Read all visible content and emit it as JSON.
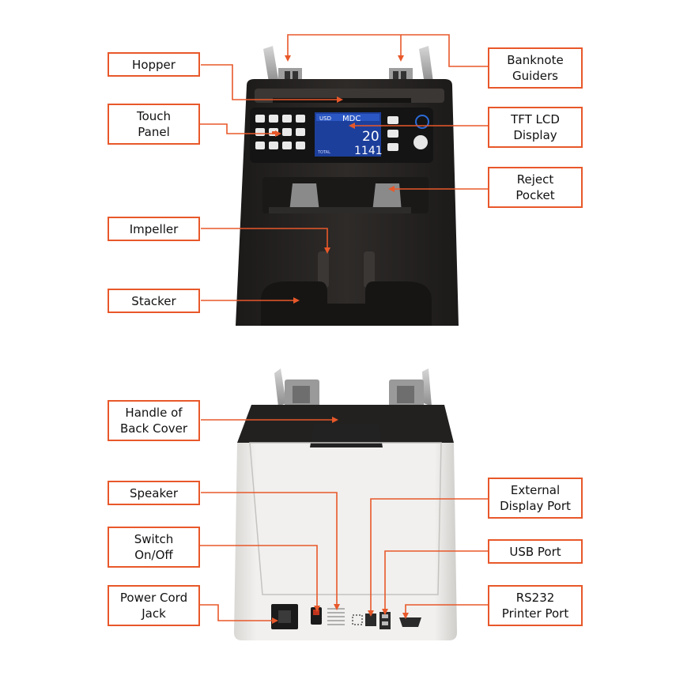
{
  "colors": {
    "accent": "#e8582a",
    "machine_dark": "#262422",
    "machine_light": "#ecebe8",
    "lcd_blue": "#1d3f9c"
  },
  "front_view": {
    "callouts": {
      "hopper": "Hopper",
      "banknote_guiders": "Banknote\nGuiders",
      "touch_panel": "Touch\nPanel",
      "tft_lcd_display": "TFT LCD\nDisplay",
      "reject_pocket": "Reject\nPocket",
      "impeller": "Impeller",
      "stacker": "Stacker"
    },
    "lcd": {
      "currency": "USD",
      "mode": "MDC",
      "count": "20",
      "total": "1141",
      "total_label": "TOTAL"
    }
  },
  "back_view": {
    "callouts": {
      "handle_of_back_cover": "Handle of\nBack Cover",
      "speaker": "Speaker",
      "switch_on_off": "Switch\nOn/Off",
      "power_cord_jack": "Power Cord\nJack",
      "external_display_port": "External\nDisplay Port",
      "usb_port": "USB Port",
      "rs232_printer_port": "RS232\nPrinter Port"
    }
  }
}
